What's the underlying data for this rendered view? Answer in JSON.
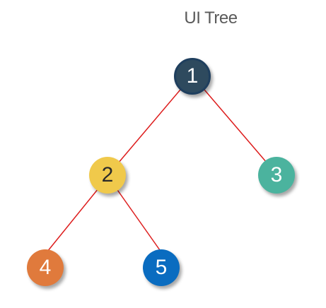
{
  "diagram": {
    "title": "UI Tree",
    "edge_color": "#dd1c1c",
    "nodes": [
      {
        "id": "1",
        "label": "1",
        "fill": "#2e4a5e",
        "text_color": "#ffffff"
      },
      {
        "id": "2",
        "label": "2",
        "fill": "#f0c94b",
        "text_color": "#2a2a2a"
      },
      {
        "id": "3",
        "label": "3",
        "fill": "#4bb39e",
        "text_color": "#ffffff"
      },
      {
        "id": "4",
        "label": "4",
        "fill": "#e07a3c",
        "text_color": "#ffffff"
      },
      {
        "id": "5",
        "label": "5",
        "fill": "#0a6cc0",
        "text_color": "#ffffff"
      }
    ],
    "edges": [
      {
        "from": "1",
        "to": "2"
      },
      {
        "from": "1",
        "to": "3"
      },
      {
        "from": "2",
        "to": "4"
      },
      {
        "from": "2",
        "to": "5"
      }
    ]
  }
}
